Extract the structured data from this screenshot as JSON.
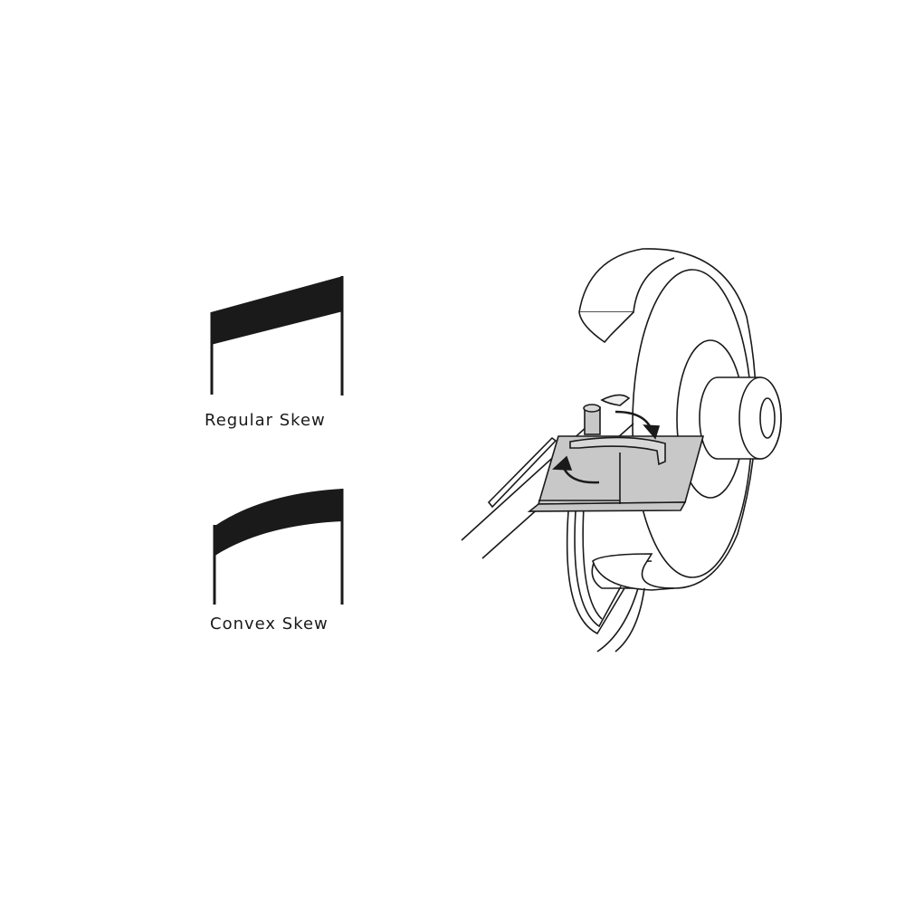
{
  "diagrams": [
    {
      "name": "regular-skew",
      "label": "Regular Skew"
    },
    {
      "name": "convex-skew",
      "label": "Convex Skew"
    }
  ],
  "colors": {
    "ink": "#1a1a1a",
    "platform": "#c8c8c8",
    "background": "#ffffff"
  }
}
